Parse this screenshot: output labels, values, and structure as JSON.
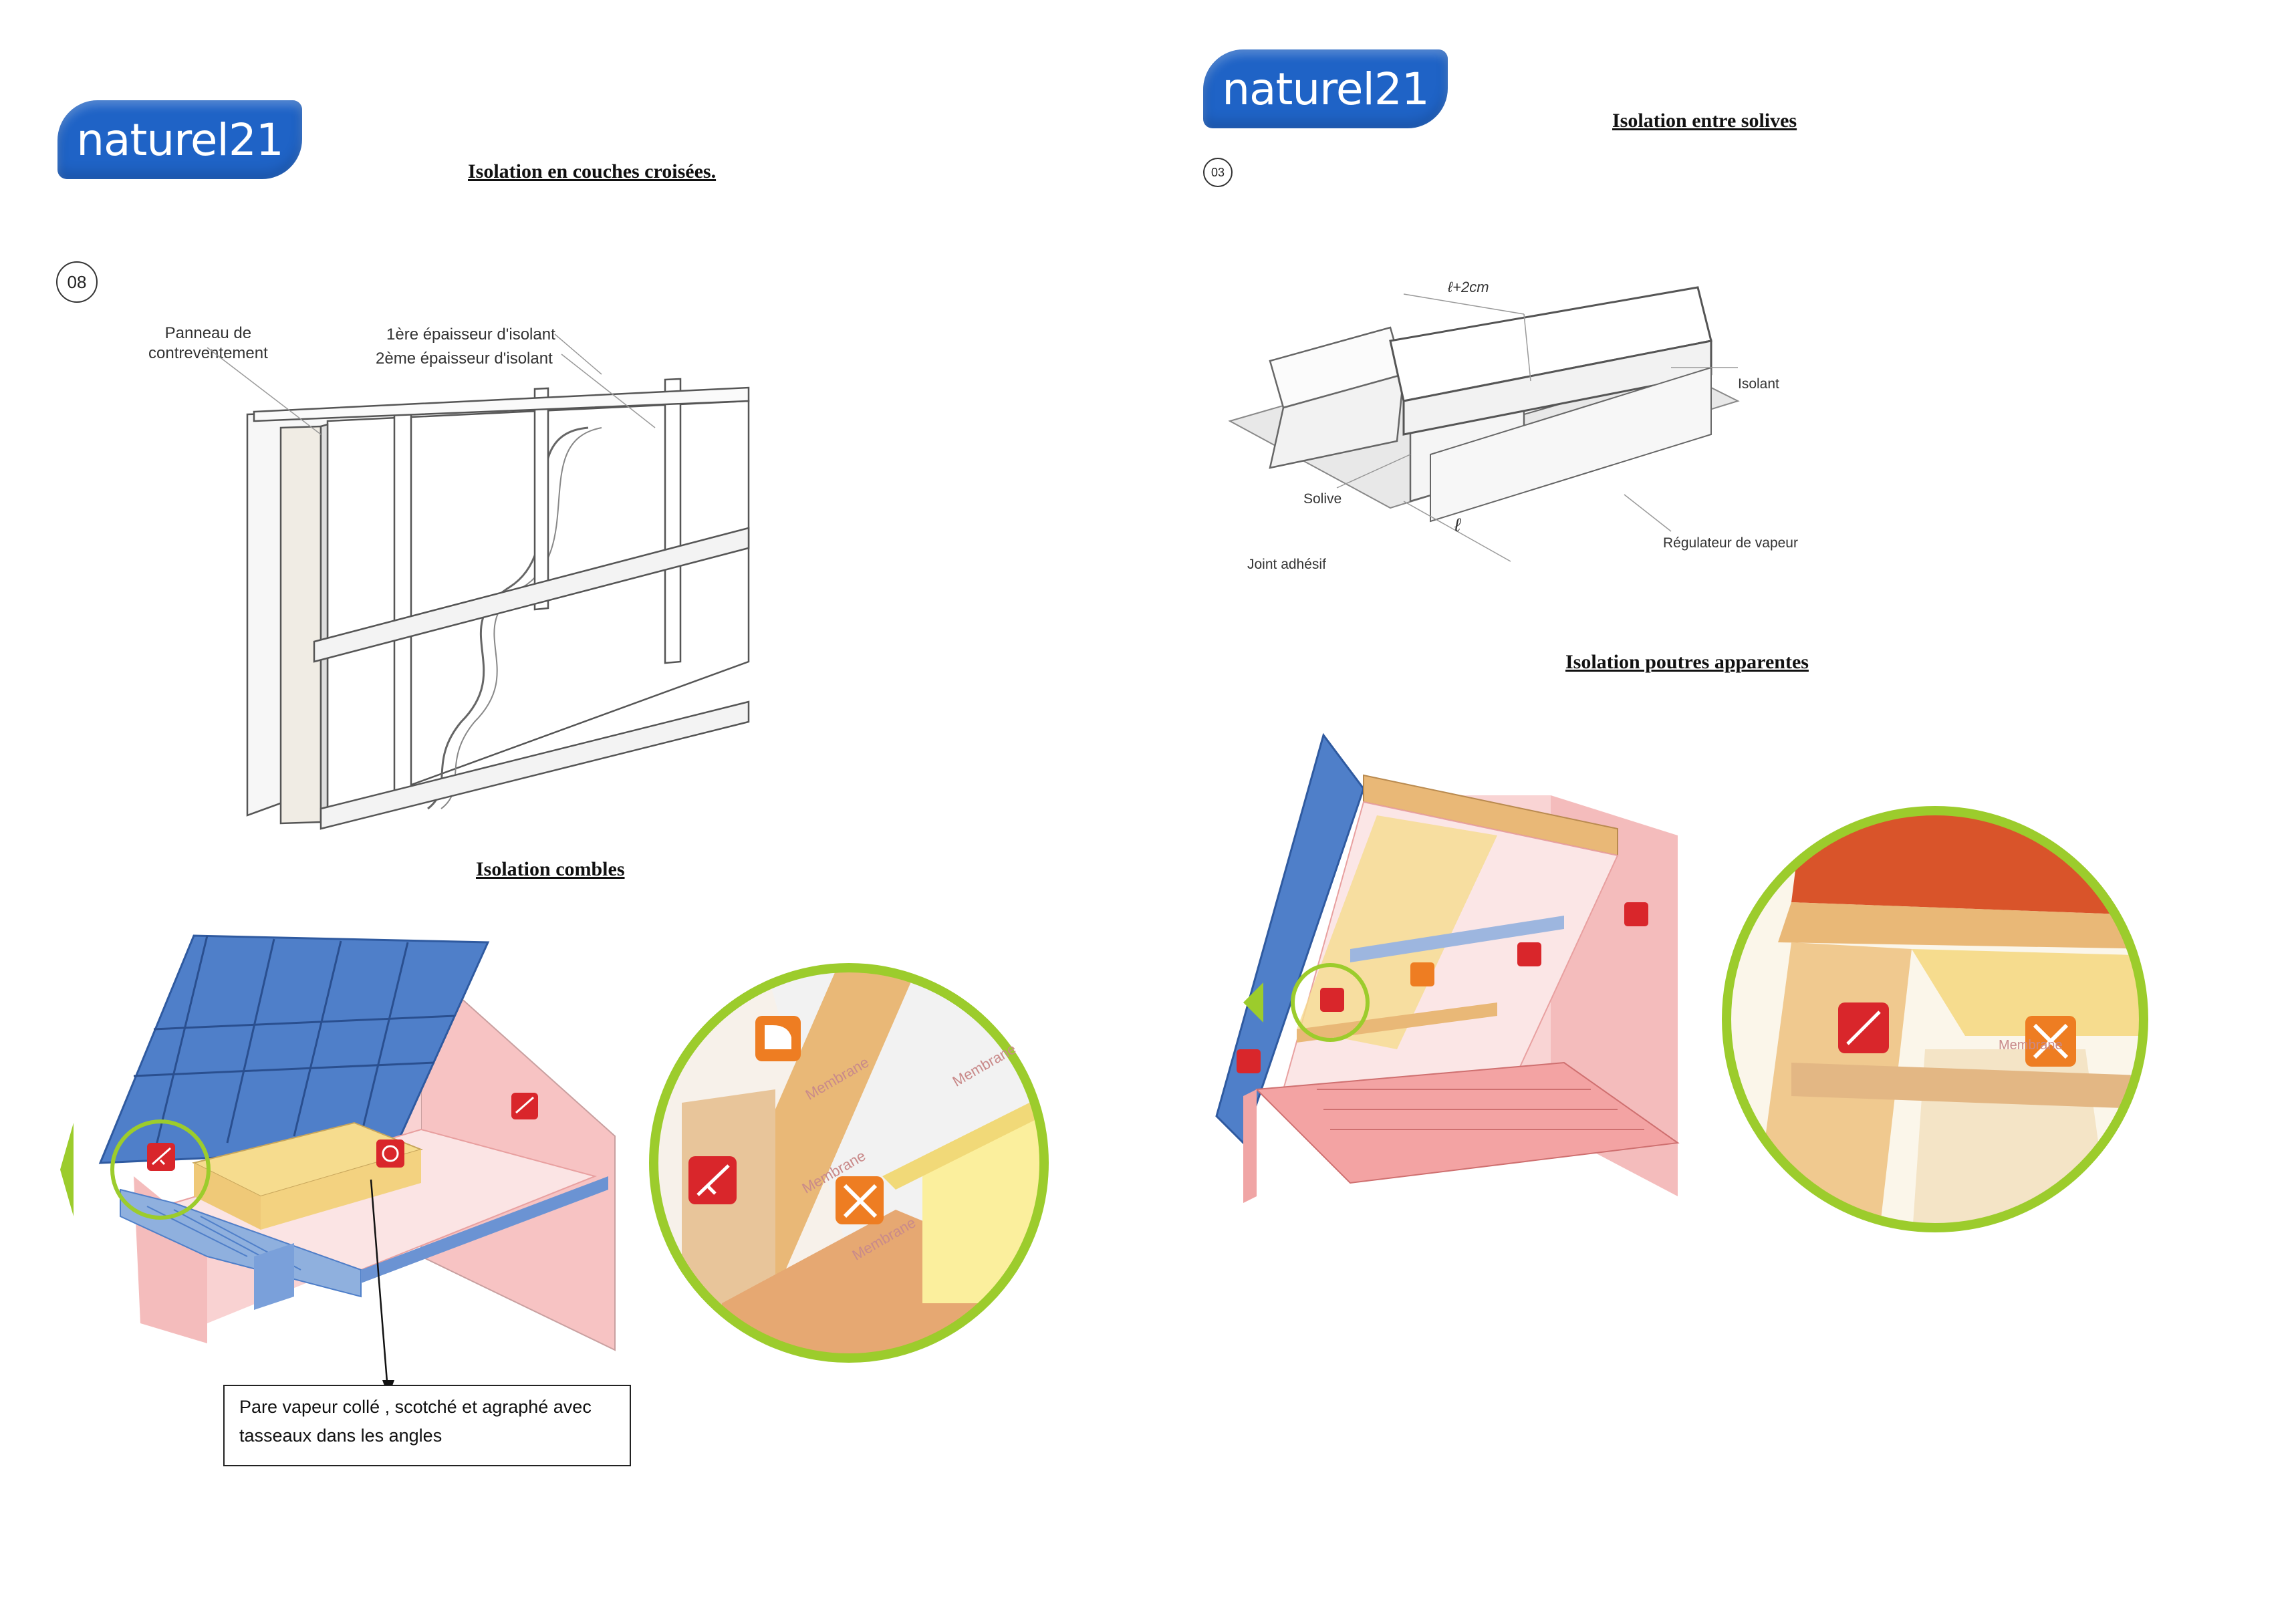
{
  "left_page": {
    "logo": "naturel21",
    "page_number": "08",
    "heading_top": "Isolation en couches croisées.",
    "labels": {
      "panneau": "Panneau de\ncontreventement",
      "epaisseur1": "1ère épaisseur d'isolant",
      "epaisseur2": "2ème épaisseur d'isolant"
    },
    "heading_bottom": "Isolation combles",
    "zoom_texts": [
      "Membrane",
      "Membrane",
      "Membrane",
      "Membrane"
    ],
    "note": "Pare vapeur collé , scotché et agraphé avec tasseaux dans les angles"
  },
  "right_page": {
    "logo": "naturel21",
    "page_number": "03",
    "heading_top": "Isolation entre solives",
    "labels": {
      "dimension_top": "ℓ+2cm",
      "dimension_bottom": "ℓ",
      "isolant": "Isolant",
      "solive": "Solive",
      "joint": "Joint adhésif",
      "regulateur": "Régulateur de vapeur"
    },
    "heading_bottom": "Isolation poutres apparentes",
    "zoom_texts": [
      "Membrane"
    ]
  },
  "colors": {
    "logo_blue": "#1f63c6",
    "roof_blue": "#4f7fc9",
    "wall_pink": "#f3b2b2",
    "wood": "#e9b877",
    "insulation": "#f6dc8e",
    "badge_red": "#d9262b",
    "badge_orange": "#ee7d22",
    "zoom_ring": "#9ccc2c",
    "tile_orange": "#d9542a"
  },
  "icons": [
    "caulk-gun-icon",
    "tape-roll-icon",
    "stapler-hammer-icon",
    "iron-icon"
  ]
}
